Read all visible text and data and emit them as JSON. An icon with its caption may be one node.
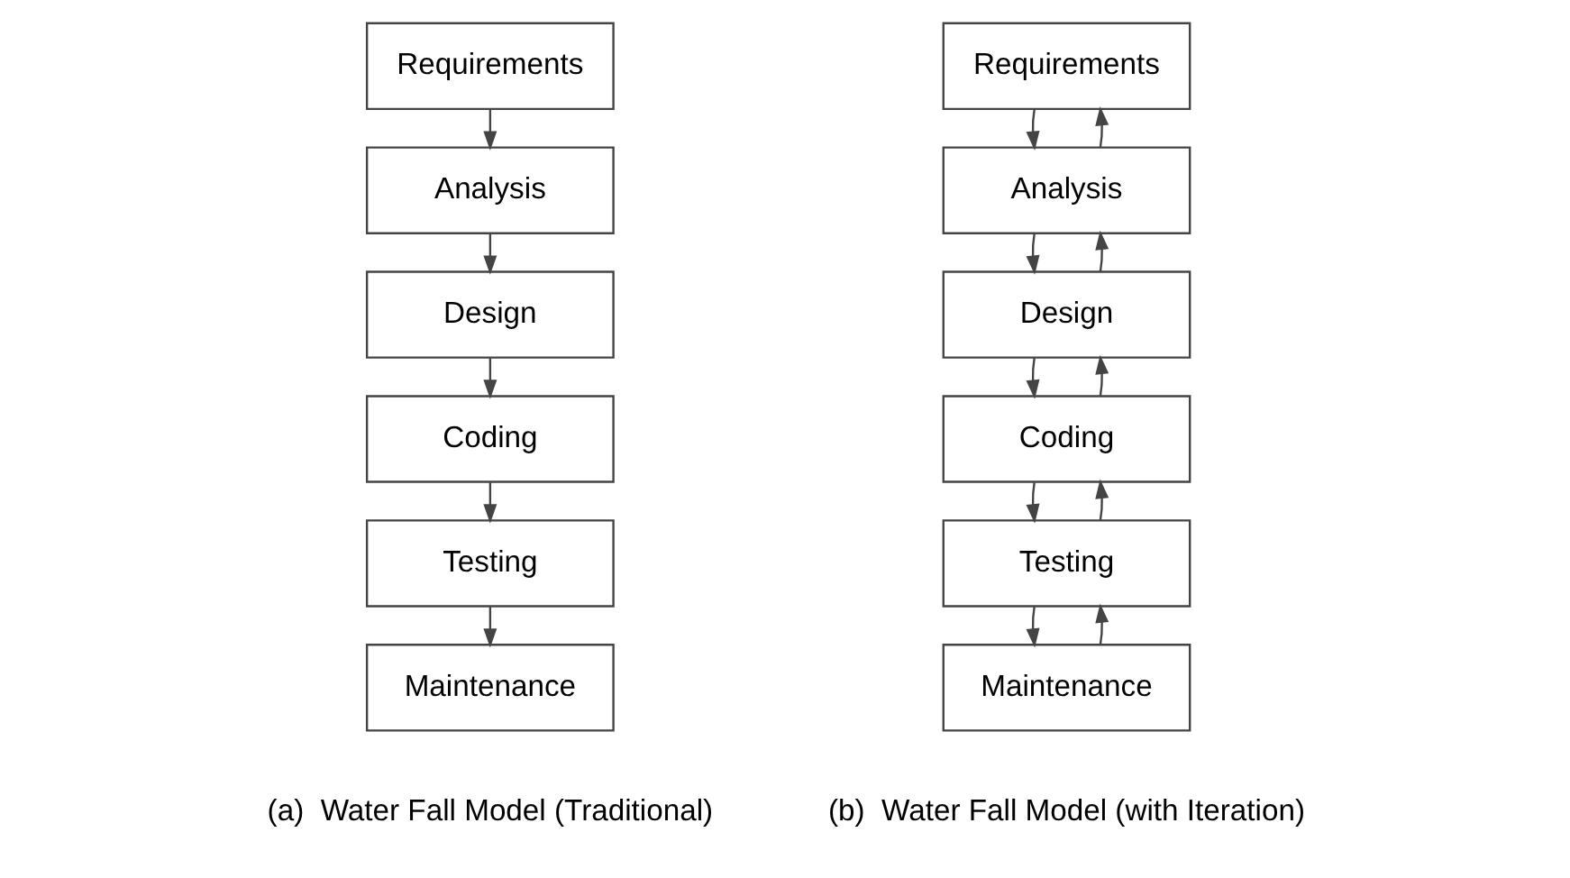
{
  "diagram": {
    "nodes": [
      {
        "text": [
          "Requirements"
        ]
      },
      {
        "text": [
          "Analysis"
        ]
      },
      {
        "text": [
          "Design"
        ]
      },
      {
        "text": [
          "Coding"
        ]
      },
      {
        "text": [
          "Testing"
        ]
      },
      {
        "text": [
          "Maintenance"
        ]
      },
      {
        "text": [
          "Requirements"
        ]
      },
      {
        "text": [
          "Analysis"
        ]
      },
      {
        "text": [
          "Design"
        ]
      },
      {
        "text": [
          "Coding"
        ]
      },
      {
        "text": [
          "Testing"
        ]
      },
      {
        "text": [
          "Maintenance"
        ]
      }
    ],
    "edges": [
      {
        "from": 0,
        "to": 1,
        "arrow": "to"
      },
      {
        "from": 1,
        "to": 2,
        "arrow": "to"
      },
      {
        "from": 2,
        "to": 3,
        "arrow": "to"
      },
      {
        "from": 3,
        "to": 4,
        "arrow": "to"
      },
      {
        "from": 4,
        "to": 5,
        "arrow": "to"
      },
      {
        "from": 6,
        "to": 7,
        "arrow": "to"
      },
      {
        "from": 7,
        "to": 6,
        "arrow": "to"
      },
      {
        "from": 7,
        "to": 8,
        "arrow": "to"
      },
      {
        "from": 8,
        "to": 7,
        "arrow": "to"
      },
      {
        "from": 8,
        "to": 9,
        "arrow": "to"
      },
      {
        "from": 9,
        "to": 8,
        "arrow": "to"
      },
      {
        "from": 9,
        "to": 10,
        "arrow": "to"
      },
      {
        "from": 10,
        "to": 9,
        "arrow": "to"
      },
      {
        "from": 10,
        "to": 11,
        "arrow": "to"
      },
      {
        "from": 11,
        "to": 10,
        "arrow": "to"
      }
    ],
    "labels": [
      "(a)  Water Fall Model (Traditional)",
      "(b)  Water Fall Model (with Iteration)"
    ]
  }
}
